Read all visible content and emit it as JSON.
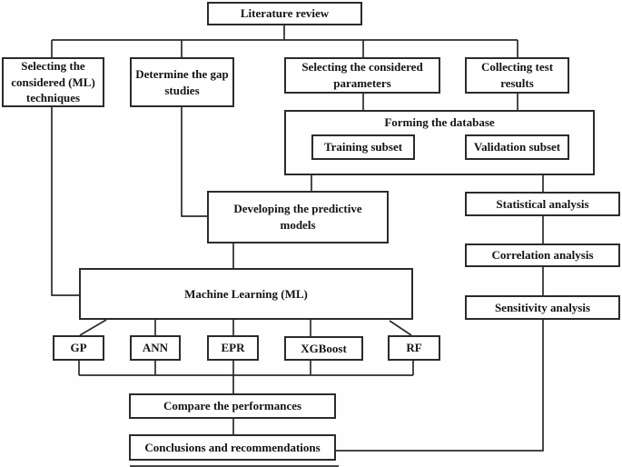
{
  "diagram": {
    "title": "ML methodology flowchart",
    "colors": {
      "line": "#2b2b2b",
      "background": "#fefefe",
      "text": "#141414"
    },
    "nodes": {
      "literature_review": "Literature review",
      "selecting_techniques": "Selecting the\nconsidered (ML)\ntechniques",
      "determine_gap": "Determine the gap\nstudies",
      "selecting_parameters": "Selecting the considered\nparameters",
      "collecting_results": "Collecting test\nresults",
      "forming_database": "Forming the database",
      "training_subset": "Training subset",
      "validation_subset": "Validation subset",
      "developing_models": "Developing the predictive\nmodels",
      "statistical_analysis": "Statistical analysis",
      "correlation_analysis": "Correlation analysis",
      "sensitivity_analysis": "Sensitivity analysis",
      "machine_learning": "Machine Learning (ML)",
      "gp": "GP",
      "ann": "ANN",
      "epr": "EPR",
      "xgboost": "XGBoost",
      "rf": "RF",
      "compare_performances": "Compare the performances",
      "conclusions": "Conclusions and recommendations"
    }
  }
}
